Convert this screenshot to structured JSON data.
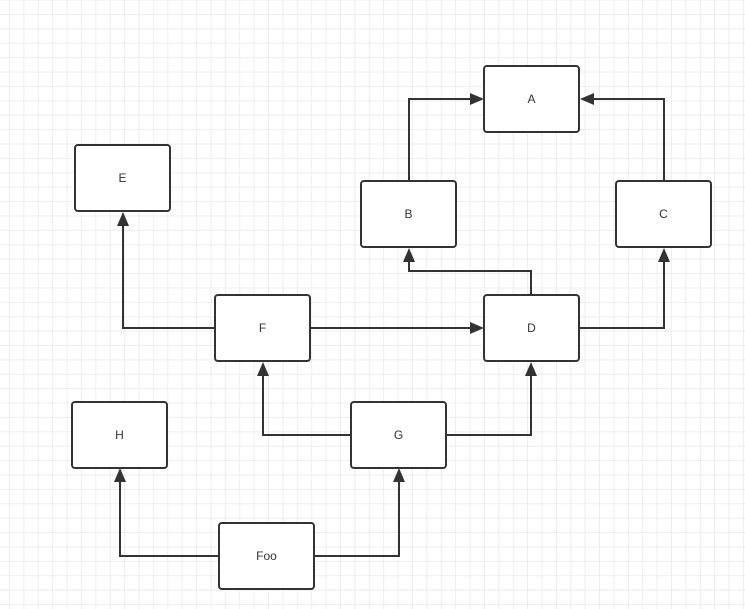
{
  "nodes": {
    "A": {
      "label": "A"
    },
    "B": {
      "label": "B"
    },
    "C": {
      "label": "C"
    },
    "D": {
      "label": "D"
    },
    "E": {
      "label": "E"
    },
    "F": {
      "label": "F"
    },
    "G": {
      "label": "G"
    },
    "H": {
      "label": "H"
    },
    "Foo": {
      "label": "Foo"
    }
  },
  "edges": [
    {
      "from": "B",
      "to": "A"
    },
    {
      "from": "C",
      "to": "A"
    },
    {
      "from": "D",
      "to": "B"
    },
    {
      "from": "D",
      "to": "C"
    },
    {
      "from": "F",
      "to": "D"
    },
    {
      "from": "F",
      "to": "E"
    },
    {
      "from": "G",
      "to": "F"
    },
    {
      "from": "G",
      "to": "D"
    },
    {
      "from": "Foo",
      "to": "H"
    },
    {
      "from": "Foo",
      "to": "G"
    }
  ]
}
